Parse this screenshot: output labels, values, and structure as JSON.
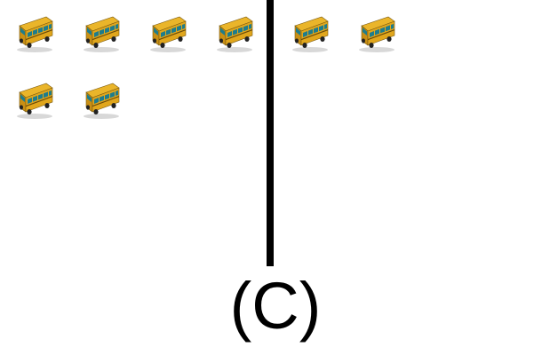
{
  "figure": {
    "label": "(C)",
    "left_group": {
      "icon": "school-bus-icon",
      "count": 6
    },
    "right_group": {
      "icon": "school-bus-icon",
      "count": 2
    },
    "colors": {
      "bus_body": "#E0A61C",
      "bus_window": "#1E7C8C",
      "divider": "#000000"
    }
  }
}
